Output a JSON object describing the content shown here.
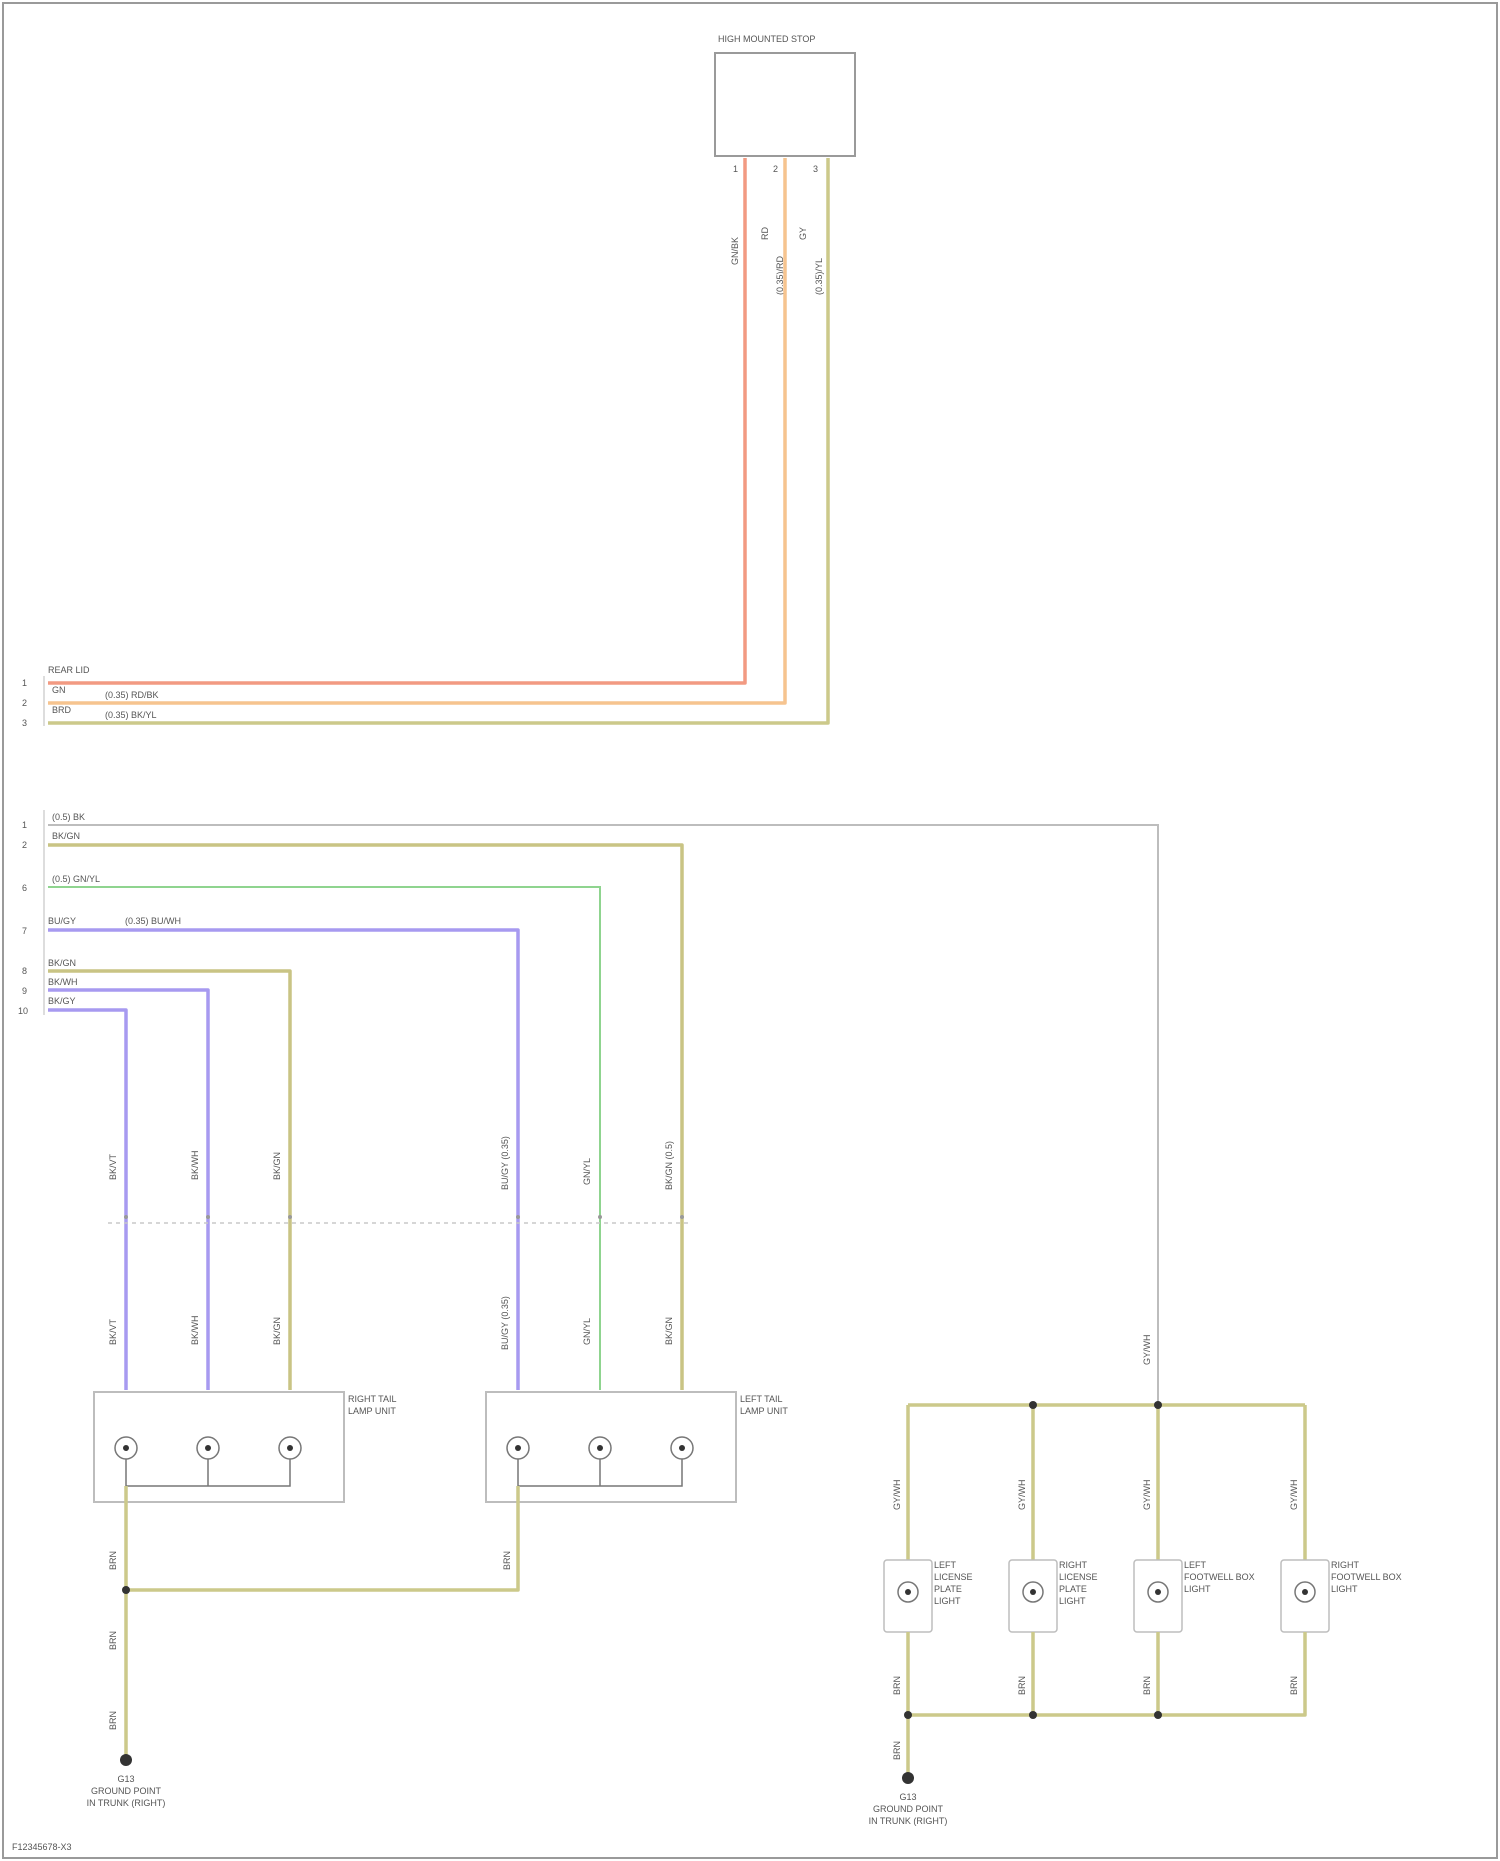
{
  "colors": {
    "red": "#f29a82",
    "orange": "#f6c48f",
    "tan": "#ccc98a",
    "green": "#8fd48f",
    "purple": "#a79af0",
    "khaki": "#c9c484",
    "gray": "#bdbdbd",
    "frame": "#9a9a9a"
  },
  "top_module": {
    "title": "HIGH MOUNTED STOP",
    "pins": [
      "1",
      "2",
      "3"
    ],
    "wire_codes": [
      "GN/BK",
      "RD",
      "GY"
    ],
    "wire_codes_2": [
      "",
      "(0.35)/RD",
      "(0.35)/YL"
    ]
  },
  "left_header_1": {
    "title": "REAR LID",
    "rows": [
      {
        "pin": "1",
        "code": "GN",
        "desc": "(0.35) RD/BK"
      },
      {
        "pin": "2",
        "code": "BRD",
        "desc": "(0.35) BK/YL"
      },
      {
        "pin": "3",
        "code": "",
        "desc": ""
      }
    ]
  },
  "left_header_2": {
    "rows": [
      {
        "pin": "1",
        "code": "(0.5) BK",
        "desc": ""
      },
      {
        "pin": "2",
        "code": "BK/GN",
        "desc": ""
      },
      {
        "pin": "6",
        "code": "(0.5) GN/YL",
        "desc": ""
      },
      {
        "pin": "7",
        "code": "BU/GY",
        "desc": "(0.35) BU/WH"
      },
      {
        "pin": "8",
        "code": "BK/GN",
        "desc": ""
      },
      {
        "pin": "9",
        "code": "BK/WH",
        "desc": ""
      },
      {
        "pin": "10",
        "code": "BK/GY",
        "desc": ""
      }
    ]
  },
  "vertical_labels": {
    "upper": [
      "BK/VT",
      "BK/WH",
      "BK/GN",
      "BU/GY (0.35)",
      "GN/YL",
      "BK/GN (0.5)"
    ],
    "lower": [
      "BK/VT",
      "BK/WH",
      "BK/GN",
      "BU/GY (0.35)",
      "GN/YL",
      "BK/GN"
    ],
    "ground_left": [
      "BRN",
      "BRN",
      "BRN"
    ],
    "ground_right": [
      "BRN"
    ],
    "rear_feed": "GY/WH",
    "lamp_feeds": [
      "GY/WH",
      "GY/WH",
      "GY/WH",
      "GY/WH"
    ],
    "lamp_grounds": [
      "BRN",
      "BRN",
      "BRN",
      "BRN"
    ],
    "gnd_right_down": "BRN"
  },
  "lamps": {
    "right_tail": {
      "line1": "RIGHT TAIL",
      "line2": "LAMP UNIT"
    },
    "left_tail": {
      "line1": "LEFT TAIL",
      "line2": "LAMP UNIT"
    },
    "plate_lamps": [
      {
        "line1": "LEFT",
        "line2": "LICENSE",
        "line3": "PLATE",
        "line4": "LIGHT"
      },
      {
        "line1": "RIGHT",
        "line2": "LICENSE",
        "line3": "PLATE",
        "line4": "LIGHT"
      },
      {
        "line1": "LEFT",
        "line2": "FOOTWELL BOX",
        "line3": "LIGHT",
        "line4": ""
      },
      {
        "line1": "RIGHT",
        "line2": "FOOTWELL BOX",
        "line3": "LIGHT",
        "line4": ""
      }
    ]
  },
  "grounds": {
    "left": {
      "id": "G13",
      "line1": "GROUND POINT",
      "line2": "IN TRUNK (RIGHT)"
    },
    "right": {
      "id": "G13",
      "line1": "GROUND POINT",
      "line2": "IN TRUNK (RIGHT)"
    }
  },
  "footer": {
    "code": "F12345678-X3"
  }
}
